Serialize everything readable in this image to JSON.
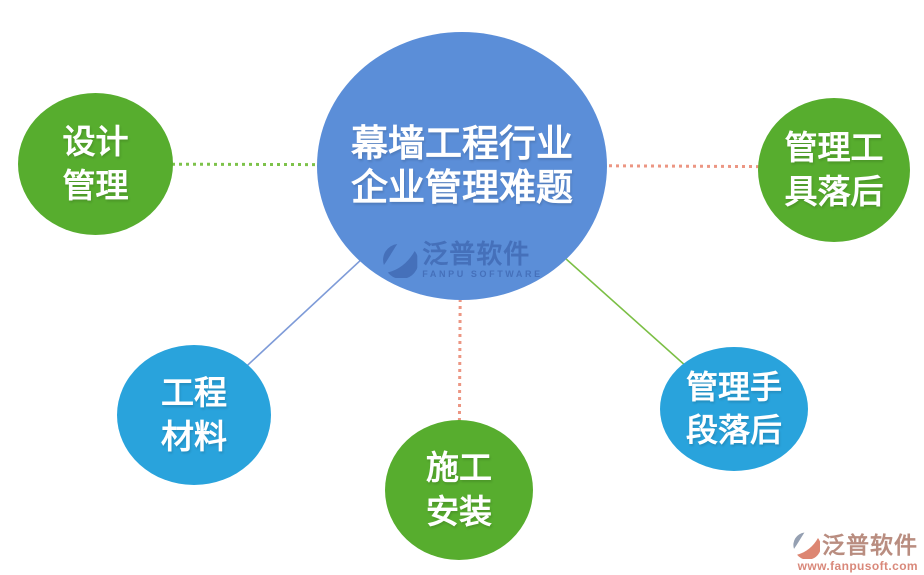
{
  "page": {
    "background": "#ffffff"
  },
  "colors": {
    "center_circle": "#5b8ed8",
    "green_circle": "#57ad2e",
    "light_blue_circle": "#29a3dc",
    "dotted_green_line": "#7dc24a",
    "dotted_salmon_line": "#ec9683",
    "solid_blue_line": "#7e9bd8",
    "solid_green_line": "#7bbf45",
    "watermark_blue": "#30549e",
    "footer_brand_text": "#b98d80",
    "footer_url_text": "#d9887a"
  },
  "diagram": {
    "center": {
      "line1": "幕墙工程行业",
      "line2": "企业管理难题",
      "color": "#5b8ed8"
    },
    "nodes": [
      {
        "id": "design",
        "line1": "设计",
        "line2": "管理",
        "color": "#57ad2e"
      },
      {
        "id": "tools",
        "line1": "管理工",
        "line2": "具落后",
        "color": "#57ad2e"
      },
      {
        "id": "materials",
        "line1": "工程",
        "line2": "材料",
        "color": "#29a3dc"
      },
      {
        "id": "construction",
        "line1": "施工",
        "line2": "安装",
        "color": "#57ad2e"
      },
      {
        "id": "methods",
        "line1": "管理手",
        "line2": "段落后",
        "color": "#29a3dc"
      }
    ],
    "connectors": [
      {
        "to": "design",
        "style": "dotted",
        "color": "#7dc24a"
      },
      {
        "to": "tools",
        "style": "dotted",
        "color": "#ec9683"
      },
      {
        "to": "materials",
        "style": "solid",
        "color": "#7e9bd8"
      },
      {
        "to": "construction",
        "style": "dotted",
        "color": "#ec9683"
      },
      {
        "to": "methods",
        "style": "solid",
        "color": "#7bbf45"
      }
    ]
  },
  "watermark": {
    "brand": "泛普软件",
    "brand_en": "FANPU SOFTWARE"
  },
  "footer_logo": {
    "brand": "泛普软件",
    "url": "www.fanpusoft.com"
  }
}
